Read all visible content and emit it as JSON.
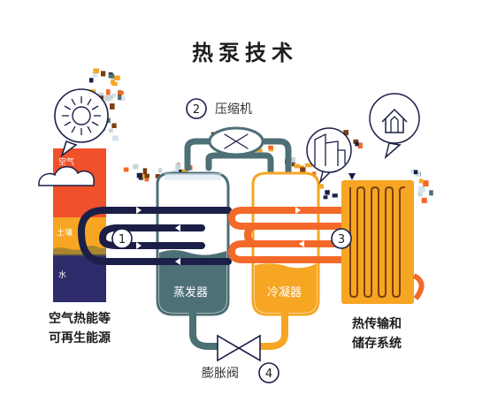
{
  "title": "热泵技术",
  "steps": [
    {
      "num": "1",
      "label": ""
    },
    {
      "num": "2",
      "label": "压缩机"
    },
    {
      "num": "3",
      "label": ""
    },
    {
      "num": "4",
      "label": "膨胀阀"
    }
  ],
  "components": {
    "evaporator": "蒸发器",
    "condenser": "冷凝器"
  },
  "source": {
    "layers": [
      "空气",
      "土壤",
      "水"
    ],
    "caption_line1": "空气热能等",
    "caption_line2": "可再生能源"
  },
  "output": {
    "caption_line1": "热传输和",
    "caption_line2": "储存系统"
  },
  "icons": [
    "sun-icon",
    "building-icon",
    "house-heat-icon"
  ],
  "colors": {
    "navy": "#1b1f47",
    "orange": "#f2692a",
    "amber": "#f6a623",
    "teal": "#4d6f76",
    "brown": "#7a3e10",
    "sky": "#d8e3f0"
  }
}
